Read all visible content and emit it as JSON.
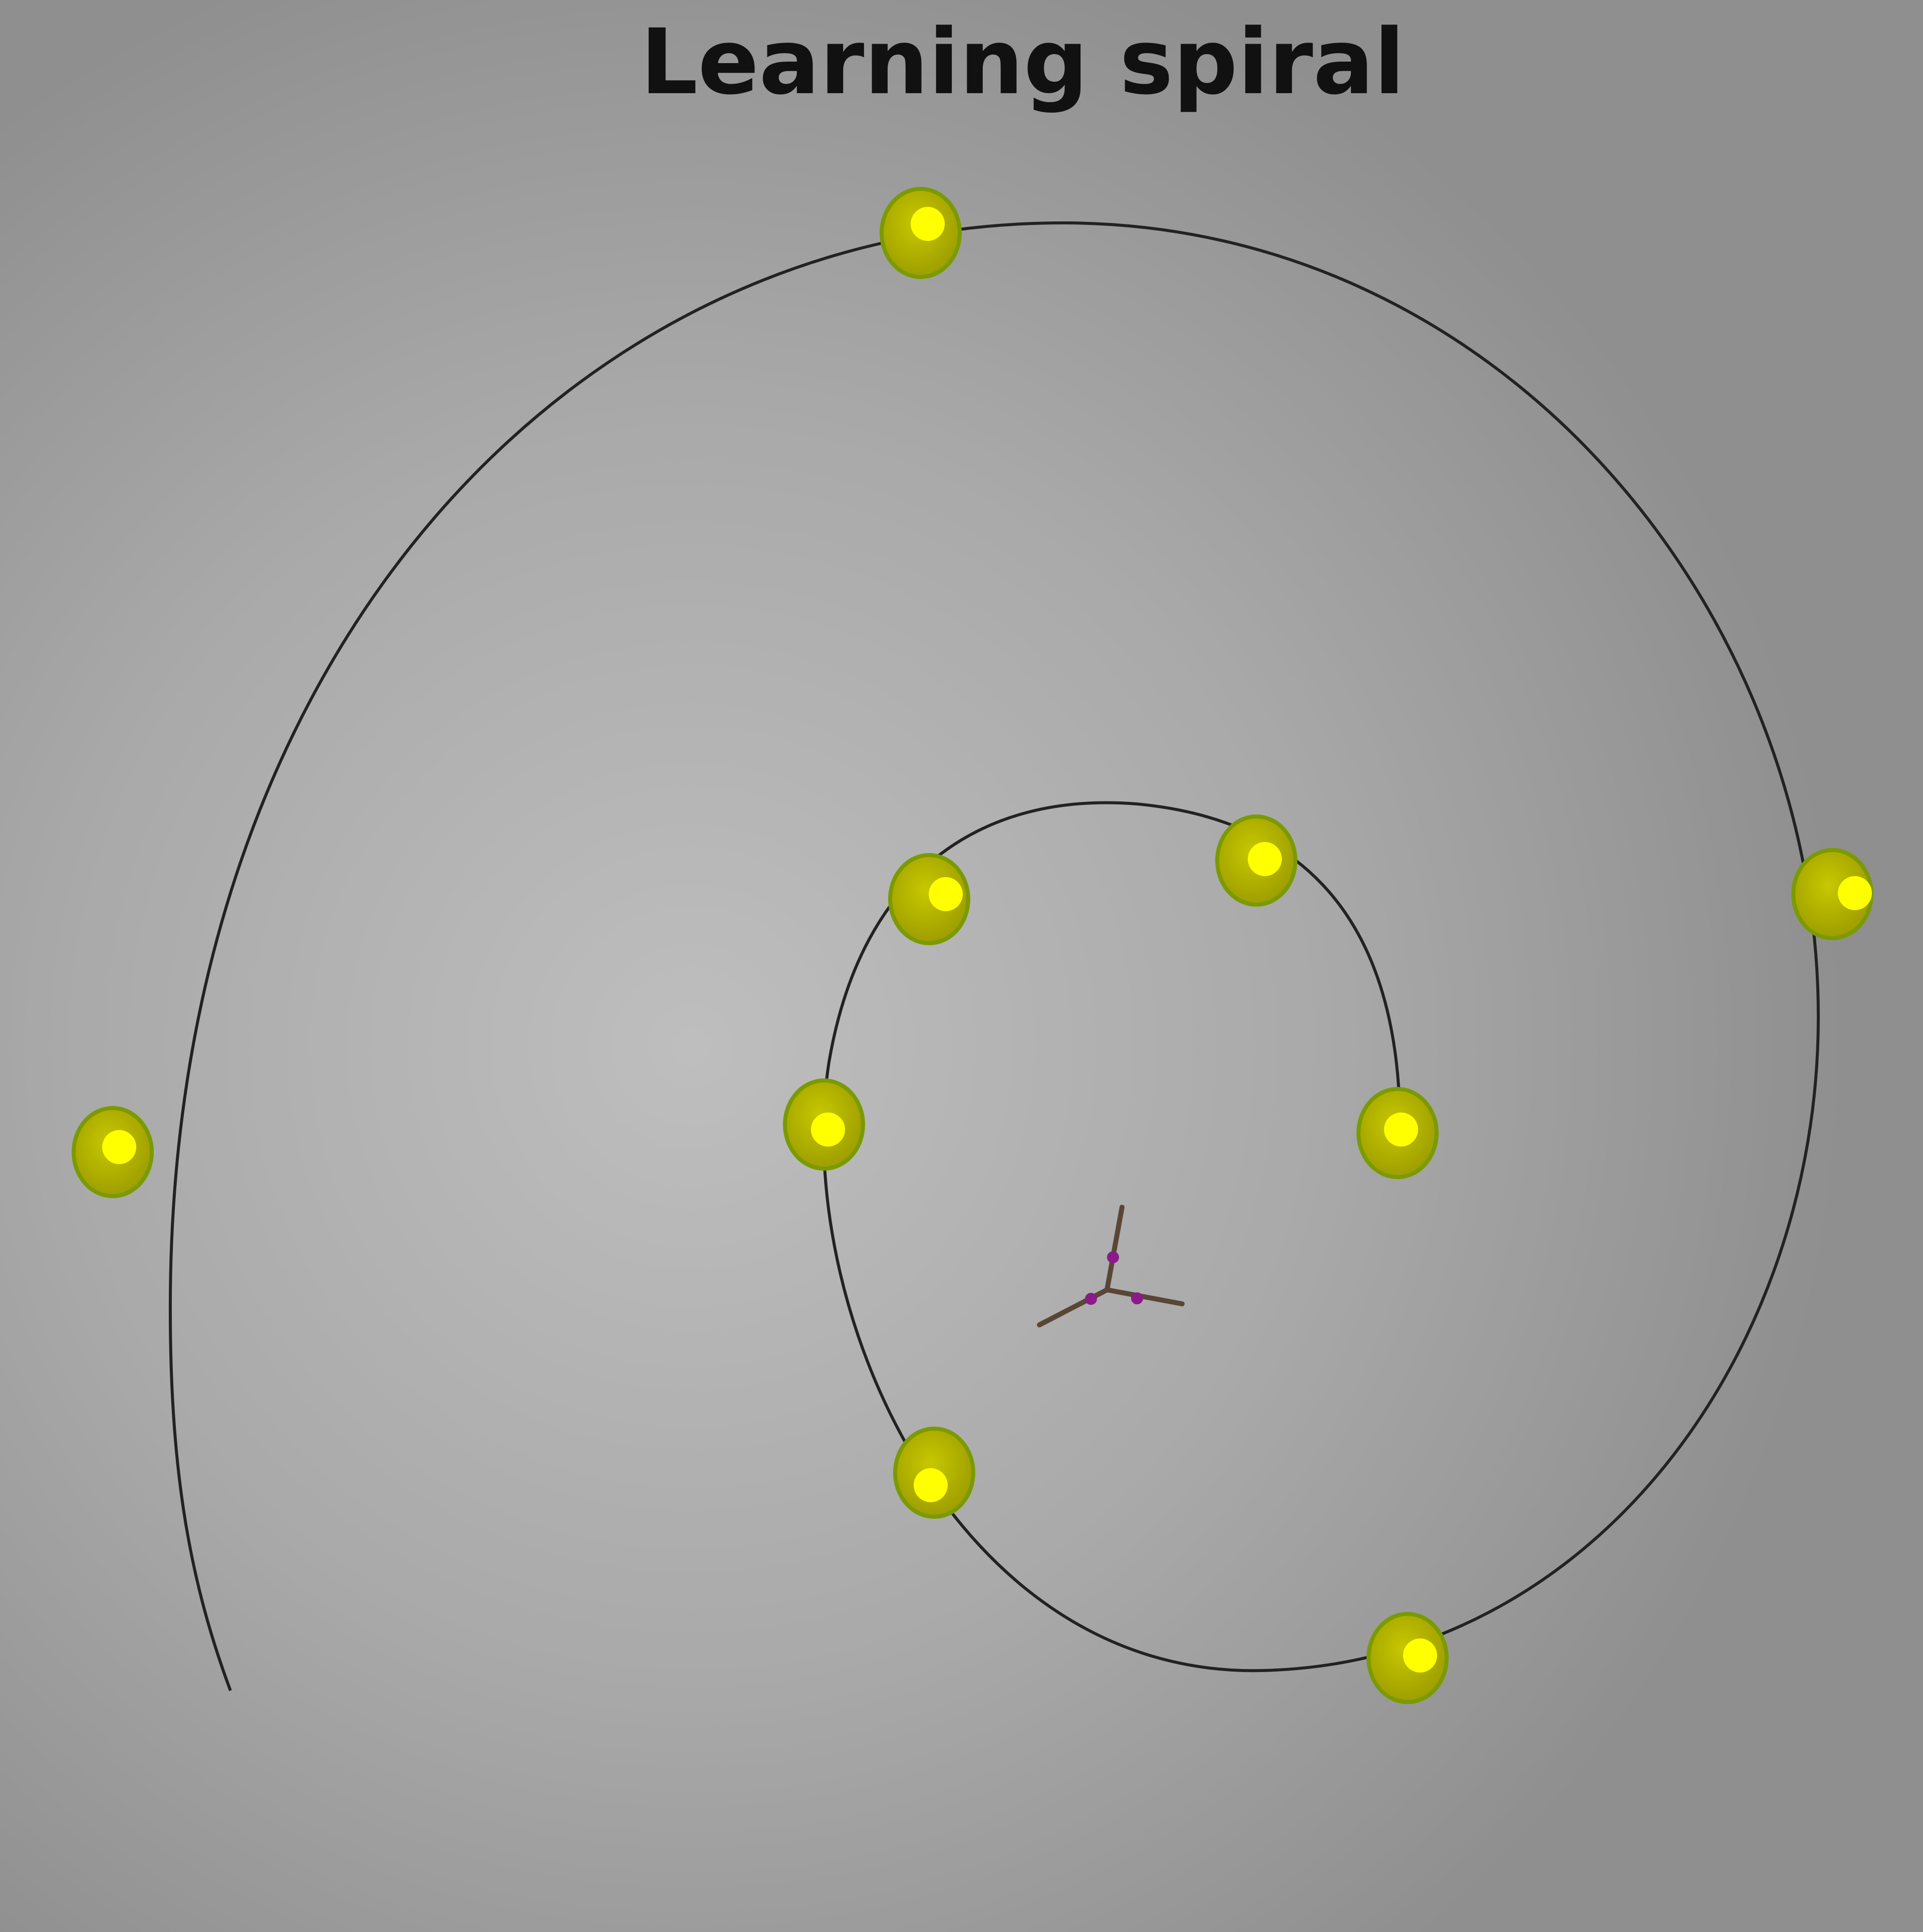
{
  "title": "Learning spiral",
  "colors": {
    "spiral_stroke": "#222222",
    "node_outer": "#a8a800",
    "node_outer_stroke": "#7a9a00",
    "node_inner": "#ffff00",
    "stick_color": "#5a4636",
    "joint_color": "#8a1a8a"
  },
  "nodes": [
    {
      "id": "node-1"
    },
    {
      "id": "node-2"
    },
    {
      "id": "node-3"
    },
    {
      "id": "node-4"
    },
    {
      "id": "node-5"
    },
    {
      "id": "node-6"
    },
    {
      "id": "node-7"
    },
    {
      "id": "node-8"
    },
    {
      "id": "node-9"
    },
    {
      "id": "node-10"
    }
  ]
}
